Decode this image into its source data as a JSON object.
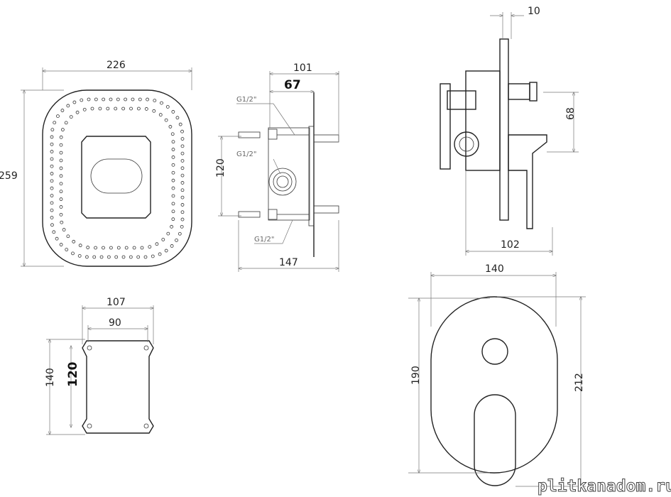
{
  "front_plate": {
    "width": "226",
    "height": "259"
  },
  "side_section": {
    "depth_total": "101",
    "depth_inner": "67",
    "thread_top": "G1/2\"",
    "thread_mid": "G1/2\"",
    "thread_bottom": "G1/2\"",
    "spacing": "120",
    "overall": "147"
  },
  "side_view": {
    "plate_thickness": "10",
    "height": "68",
    "projection": "102"
  },
  "mount_plate": {
    "outer_width": "107",
    "inner_width": "90",
    "outer_height": "140",
    "inner_height": "120"
  },
  "cover": {
    "width": "140",
    "inner_height": "190",
    "height": "212"
  },
  "watermark": "plitkanadom.ru"
}
